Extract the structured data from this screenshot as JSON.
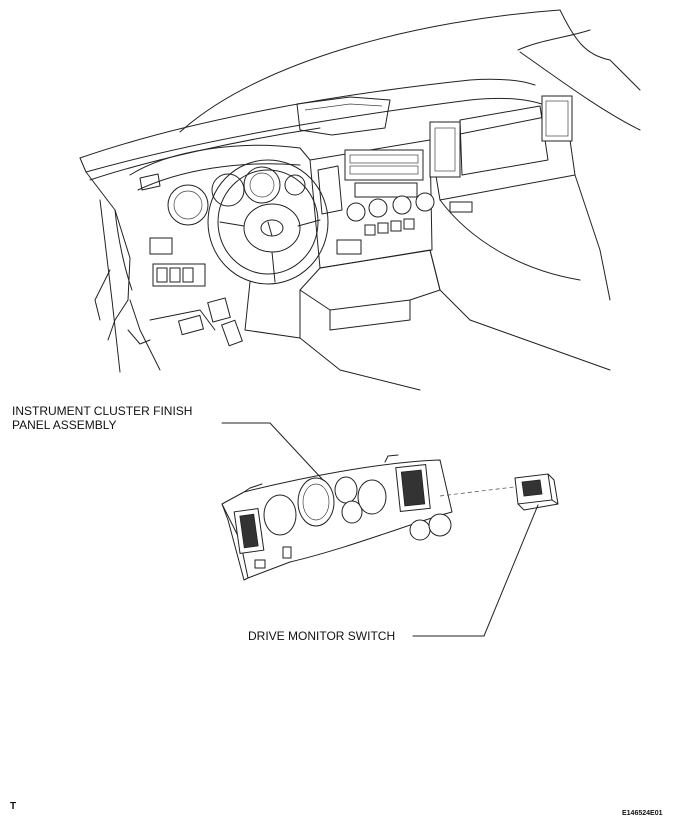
{
  "labels": {
    "cluster_line1": "INSTRUMENT CLUSTER FINISH",
    "cluster_line2": "PANEL ASSEMBLY",
    "switch": "DRIVE MONITOR SWITCH",
    "corner_mark": "T",
    "figure_code": "E146524E01"
  }
}
